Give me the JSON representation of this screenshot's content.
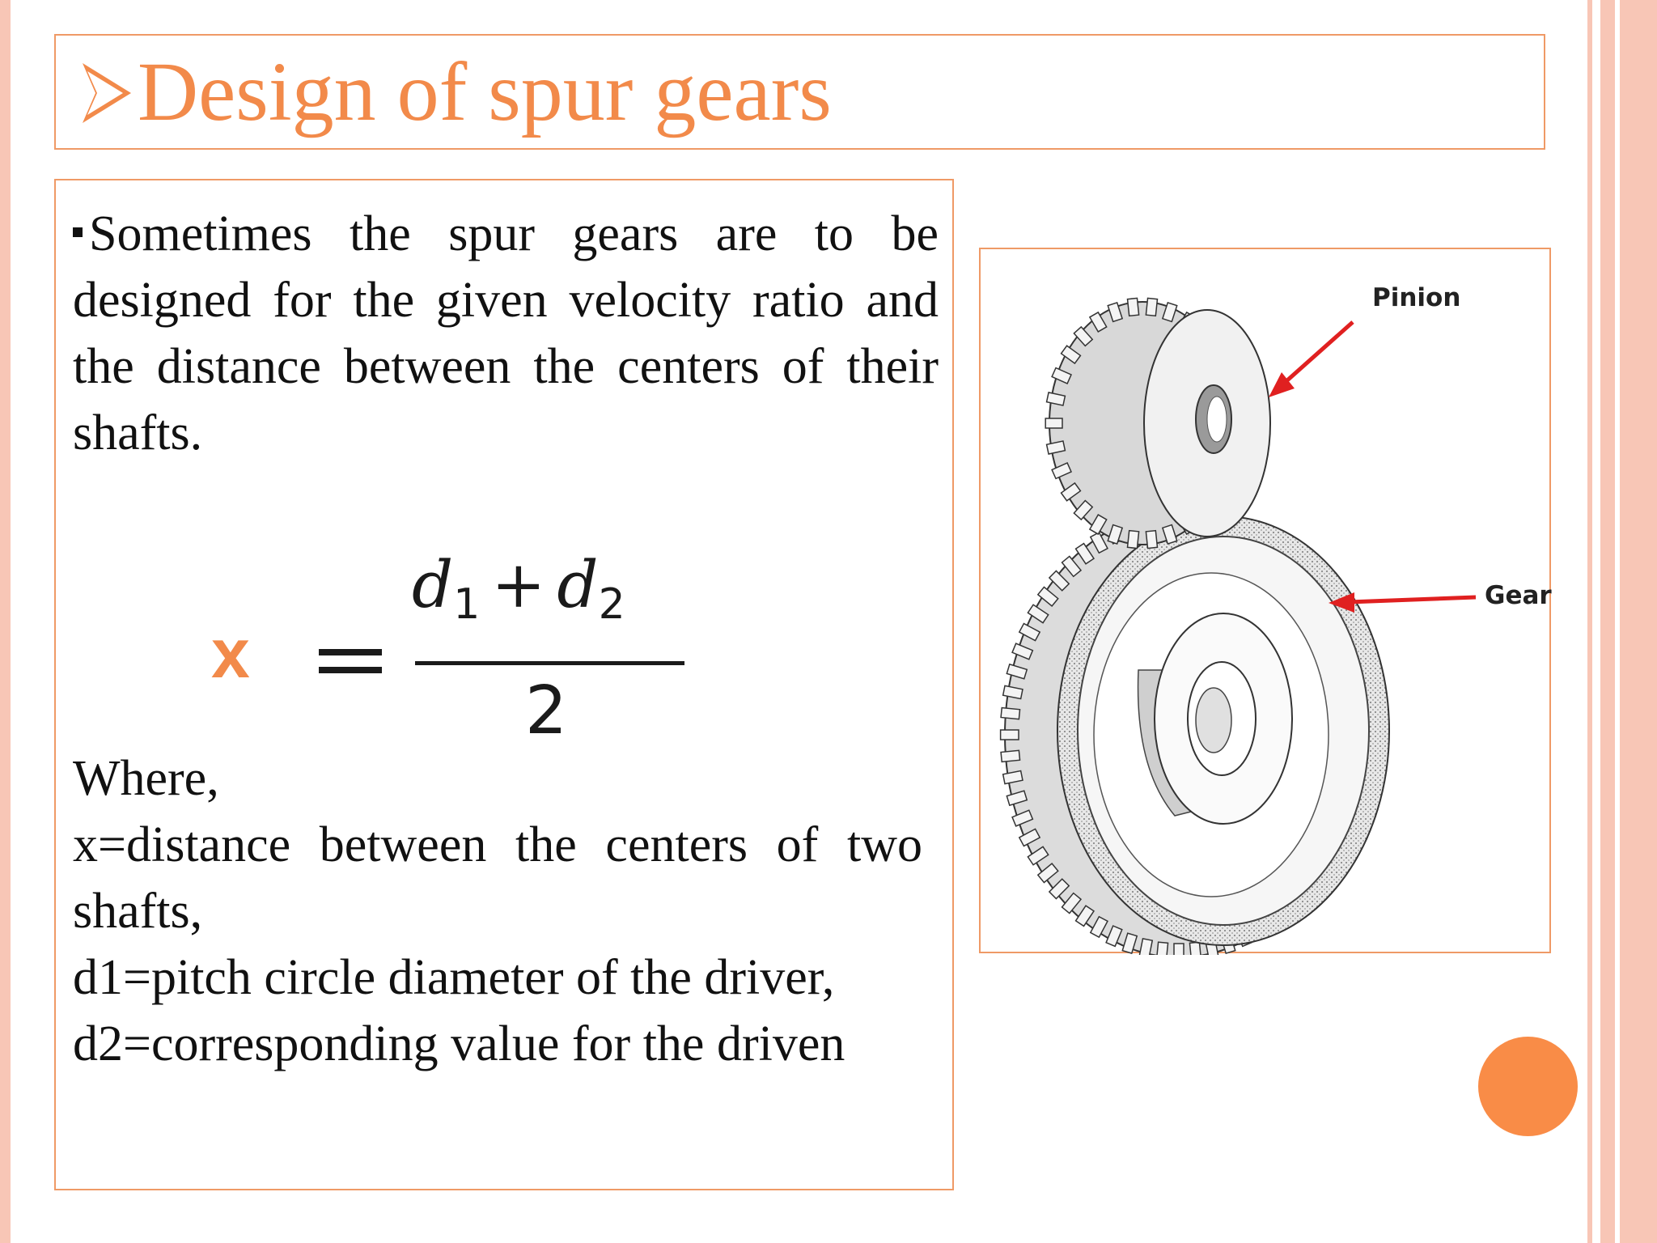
{
  "slide": {
    "title": "Design of spur gears",
    "intro": "Sometimes the spur gears are to be designed for the given velocity ratio and the distance between the centers of their shafts.",
    "formula": {
      "lhs": "x",
      "equals": "=",
      "d1": "d",
      "d1_sub": "1",
      "plus": "+",
      "d2": "d",
      "d2_sub": "2",
      "denominator": "2"
    },
    "where": {
      "heading": "Where,",
      "lines": [
        "x=distance between the centers of two shafts,",
        "d1=pitch circle diameter of the driver,",
        "d2=corresponding value for the driven"
      ]
    },
    "figure": {
      "pinion_label": "Pinion",
      "gear_label": "Gear"
    },
    "colors": {
      "accent": "#f28a4a",
      "border": "#ef9a66",
      "side_bar": "#f8c6b6",
      "circle": "#f98c47",
      "arrow": "#e02020"
    }
  }
}
